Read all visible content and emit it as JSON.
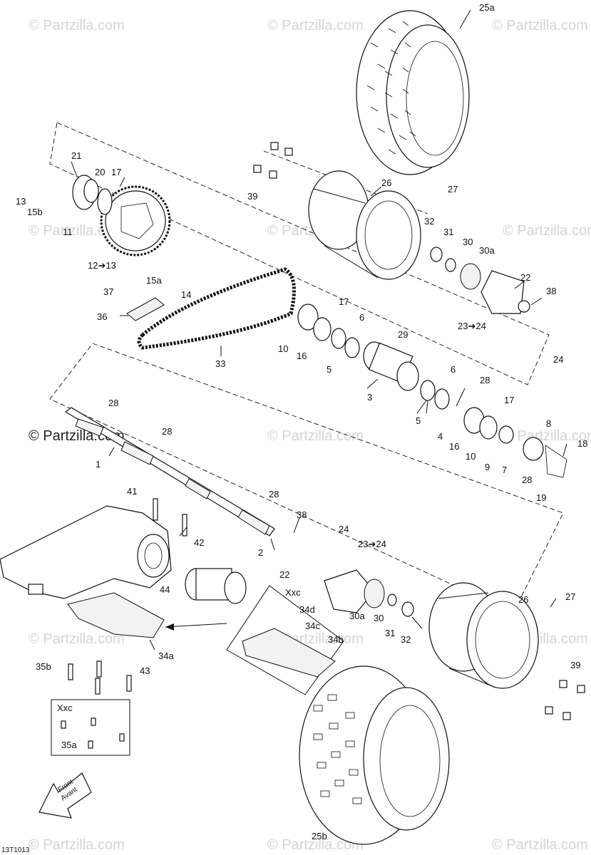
{
  "watermark": "© Partzilla.com",
  "diagram_code": "13T1013",
  "box_label": "Xxc",
  "front_label_line1": "Front",
  "front_label_line2": "Avant",
  "labels": {
    "l25a": "25a",
    "l21": "21",
    "l20": "20",
    "l17a": "17",
    "l13": "13",
    "l15b": "15b",
    "l11": "11",
    "l12": "12➔13",
    "l15a": "15a",
    "l14": "14",
    "l37": "37",
    "l36": "36",
    "l33": "33",
    "l39a": "39",
    "l26a": "26",
    "l27a": "27",
    "l32a": "32",
    "l31a": "31",
    "l30a": "30",
    "l30aa": "30a",
    "l22a": "22",
    "l38a": "38",
    "l23a": "23➔24",
    "l24a": "24",
    "l10a": "10",
    "l16a": "16",
    "l17b": "17",
    "l6a": "6",
    "l5a": "5",
    "l29": "29",
    "l3": "3",
    "l6b": "6",
    "l28a": "28",
    "l5b": "5",
    "l4": "4",
    "l16b": "16",
    "l10b": "10",
    "l17c": "17",
    "l9": "9",
    "l7": "7",
    "l8": "8",
    "l18": "18",
    "l28b": "28",
    "l19": "19",
    "l28c": "28",
    "l28d": "28",
    "l1": "1",
    "l41": "41",
    "l42": "42",
    "l28e": "28",
    "l38b": "38",
    "l2": "2",
    "l22b": "22",
    "l24b": "24",
    "l23b": "23➔24",
    "l26b": "26",
    "l27b": "27",
    "l44": "44",
    "l30b": "30a",
    "l30c": "30",
    "l31b": "31",
    "l32b": "32",
    "l34d": "34d",
    "l34c": "34c",
    "l34b": "34b",
    "l34a": "34a",
    "l35b": "35b",
    "l43": "43",
    "l35a": "35a",
    "l39b": "39",
    "l25b": "25b"
  }
}
